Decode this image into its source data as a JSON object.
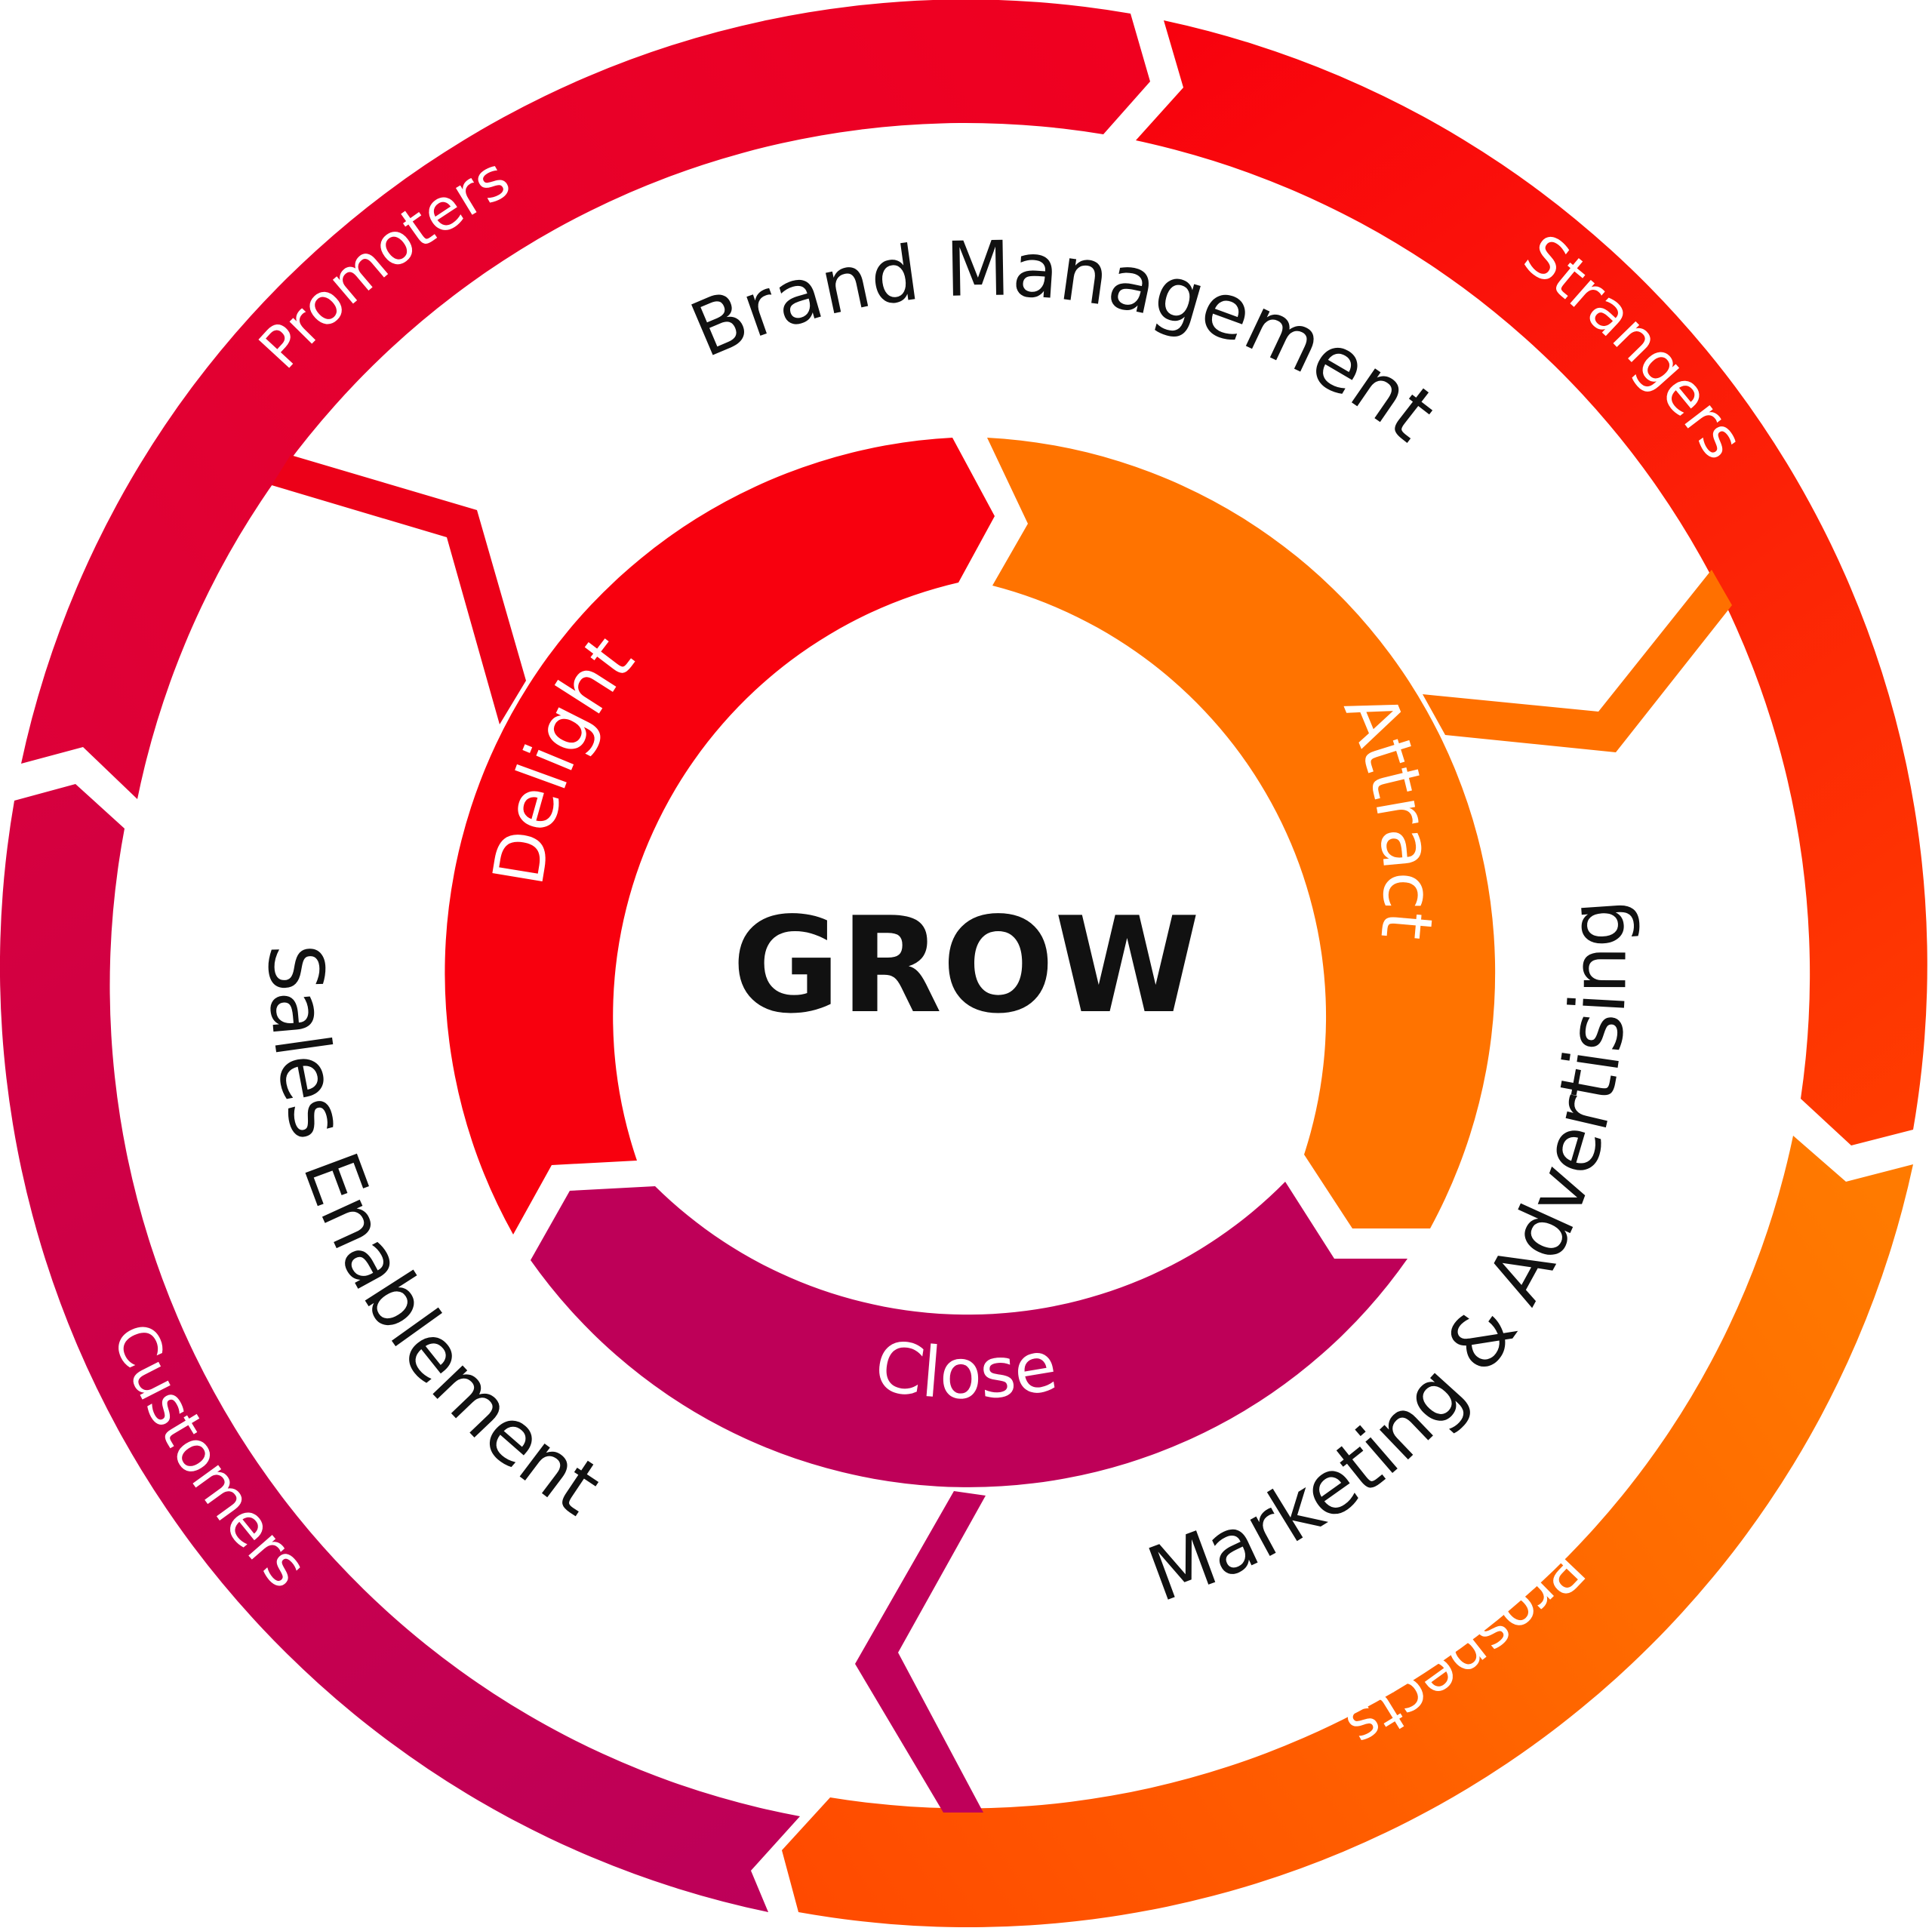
{
  "center": {
    "title": "GROW"
  },
  "outer_ring": {
    "segments": [
      {
        "name": "Strangers",
        "color_start": "#f8000e",
        "color_end": "#ff3c00"
      },
      {
        "name": "Prospects",
        "color_start": "#ff7a00",
        "color_end": "#ff4a00"
      },
      {
        "name": "Customers",
        "color_start": "#bd0059",
        "color_end": "#d6003e"
      },
      {
        "name": "Promoters",
        "color_start": "#dd0038",
        "color_end": "#f0001f"
      }
    ]
  },
  "inner_ring": {
    "segments": [
      {
        "name": "Attract",
        "color": "#ff7300"
      },
      {
        "name": "Close",
        "color": "#be0058"
      },
      {
        "name": "Delight",
        "color": "#f8000e"
      }
    ]
  },
  "areas": {
    "brand": "Brand Management",
    "marketing": "Marketing & Advertising",
    "sales": "Sales Enablement"
  }
}
